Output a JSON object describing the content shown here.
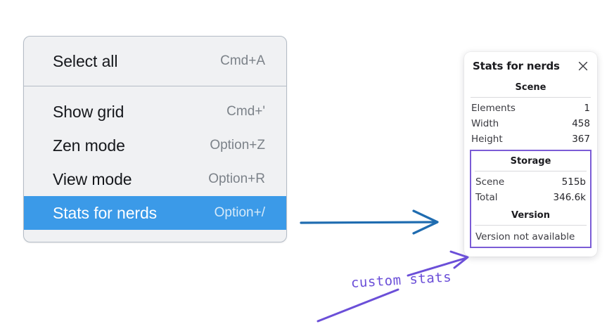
{
  "menu": {
    "groups": [
      {
        "items": [
          {
            "label": "Select all",
            "shortcut": "Cmd+A",
            "selected": false
          }
        ]
      },
      {
        "items": [
          {
            "label": "Show grid",
            "shortcut": "Cmd+'",
            "selected": false
          },
          {
            "label": "Zen mode",
            "shortcut": "Option+Z",
            "selected": false
          },
          {
            "label": "View mode",
            "shortcut": "Option+R",
            "selected": false
          },
          {
            "label": "Stats for nerds",
            "shortcut": "Option+/",
            "selected": true
          }
        ]
      }
    ]
  },
  "stats_panel": {
    "title": "Stats for nerds",
    "close_icon": "close-icon",
    "scene": {
      "heading": "Scene",
      "rows": [
        {
          "label": "Elements",
          "value": "1"
        },
        {
          "label": "Width",
          "value": "458"
        },
        {
          "label": "Height",
          "value": "367"
        }
      ]
    },
    "storage": {
      "heading": "Storage",
      "rows": [
        {
          "label": "Scene",
          "value": "515b"
        },
        {
          "label": "Total",
          "value": "346.6k"
        }
      ]
    },
    "version": {
      "heading": "Version",
      "note": "Version not available"
    }
  },
  "annotations": {
    "label": "custom stats",
    "arrow_blue_color": "#1f6cb0",
    "arrow_purple_color": "#6b4fd8",
    "highlight_box_color": "#7b5cd6"
  },
  "colors": {
    "menu_background": "#f0f1f3",
    "menu_border": "#b4bcc6",
    "menu_selected": "#3b9ae8",
    "panel_background": "#ffffff",
    "page_background": "#ffffff"
  }
}
